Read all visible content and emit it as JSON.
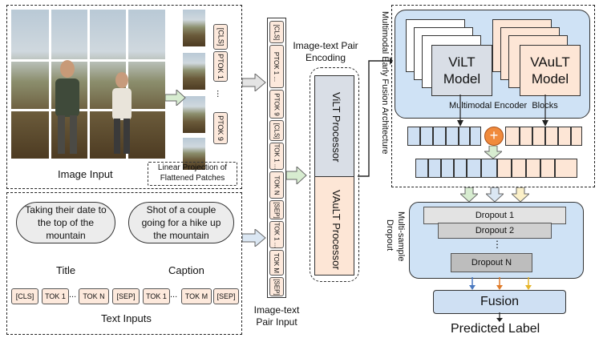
{
  "image_input": {
    "label": "Image Input",
    "projection_label_line1": "Linear Projection of",
    "projection_label_line2": "Flattened Patches",
    "image_tokens": [
      "[CLS]",
      "PTOK 1",
      "...",
      "PTOK 9"
    ]
  },
  "text_input": {
    "label": "Text Inputs",
    "title_text": "Taking their date to the top of the mountain",
    "caption_text": "Shot of a couple going for a hike up the mountain",
    "title_label": "Title",
    "caption_label": "Caption",
    "tokens": [
      "[CLS]",
      "TOK 1",
      "...",
      "TOK N",
      "[SEP]",
      "TOK 1",
      "...",
      "TOK M",
      "[SEP]"
    ]
  },
  "pair_input": {
    "label_line1": "Image-text",
    "label_line2": "Pair Input",
    "tokens": [
      "[CLS]",
      "PTOK 1 ...",
      "PTOK 9",
      "[CLS]",
      "TOK 1 ...",
      "TOK N",
      "[SEP]",
      "TOK 1 ...",
      "TOK M",
      "[SEP]"
    ]
  },
  "encoding": {
    "label_line1": "Image-text Pair",
    "label_line2": "Encoding",
    "vilt_processor": "ViLT Processor",
    "vault_processor": "VAuLT Processor"
  },
  "fusion_arch": {
    "label": "Multimodal Early Fusion Architecture",
    "vilt_model": "ViLT Model",
    "vault_model": "VAuLT Model",
    "encoder_blocks_label": "Multimodal Encoder  Blocks"
  },
  "dropout": {
    "side_label_line1": "Multi-sample",
    "side_label_line2": "Dropout",
    "items": [
      "Dropout 1",
      "Dropout 2",
      "⋮",
      "Dropout N"
    ]
  },
  "fusion": {
    "label": "Fusion"
  },
  "output": {
    "label": "Predicted Label"
  },
  "colors": {
    "vilt": "#d9dee6",
    "vault": "#fde6d6",
    "token_fill": "#fde9dc",
    "fusion_fill": "#cfe0f3",
    "encoder_bg": "#cfe2f5",
    "plus": "#f08a3c"
  }
}
